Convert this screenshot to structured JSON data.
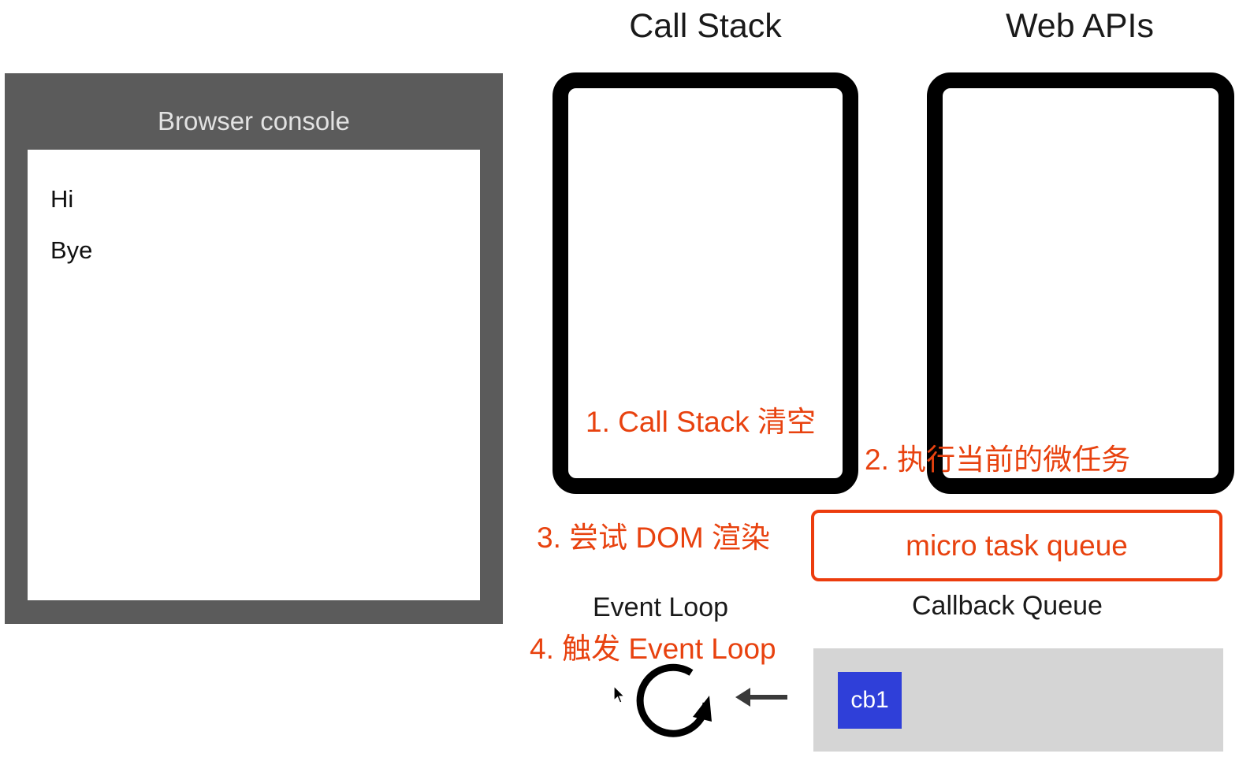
{
  "console": {
    "title": "Browser console",
    "lines": [
      "Hi",
      "Bye"
    ]
  },
  "headers": {
    "call_stack": "Call Stack",
    "web_apis": "Web APIs"
  },
  "steps": {
    "step1": "1. Call Stack 清空",
    "step2": "2. 执行当前的微任务",
    "step3": "3. 尝试 DOM 渲染",
    "step4": "4. 触发 Event Loop"
  },
  "micro_task_queue": {
    "label": "micro task queue"
  },
  "event_loop": {
    "label": "Event Loop"
  },
  "callback_queue": {
    "label": "Callback Queue",
    "items": [
      "cb1"
    ]
  },
  "colors": {
    "annotation": "#e8420f",
    "console_frame": "#5b5b5b",
    "callback_item": "#2f3fd9",
    "callback_panel": "#d5d5d5"
  }
}
